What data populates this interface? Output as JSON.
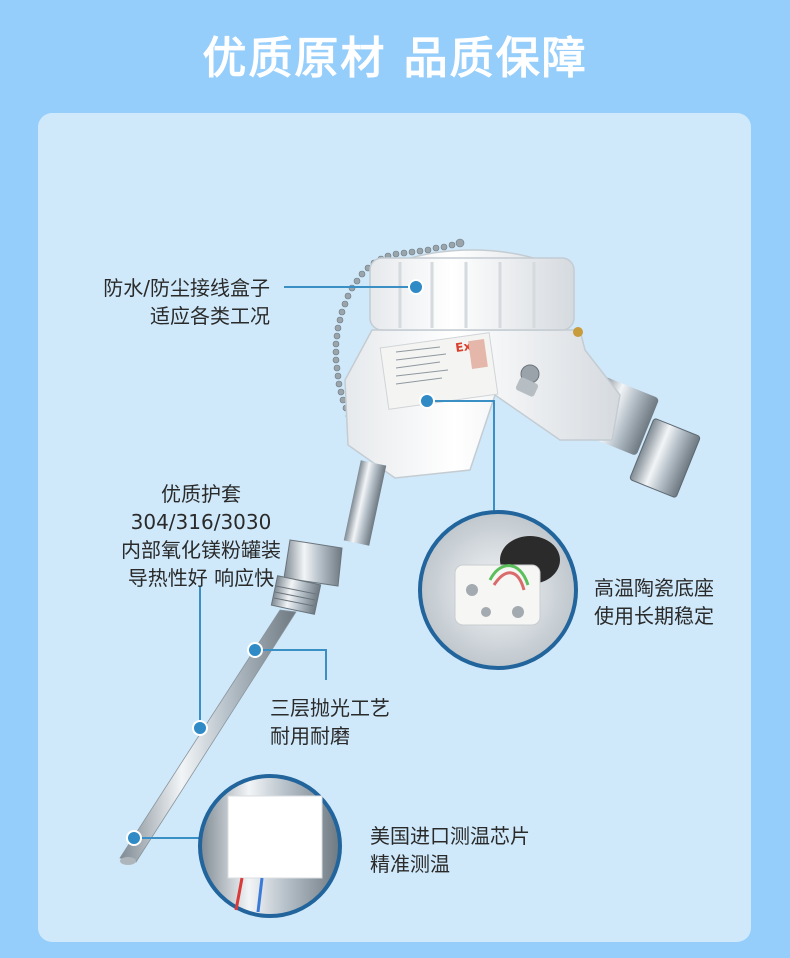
{
  "title": "优质原材 品质保障",
  "callouts": {
    "junction_box": [
      "防水/防尘接线盒子",
      "适应各类工况"
    ],
    "sheath": [
      "优质护套",
      "304/316/3030",
      "内部氧化镁粉罐装",
      "导热性好 响应快"
    ],
    "ceramic_base": [
      "高温陶瓷底座",
      "使用长期稳定"
    ],
    "polish": [
      "三层抛光工艺",
      "耐用耐磨"
    ],
    "chip": [
      "美国进口测温芯片",
      "精准测温"
    ]
  },
  "product_marking": "Ex",
  "colors": {
    "background": "#95cdfb",
    "card": "#cfe9fb",
    "callout_line": "#3a8fc4",
    "callout_dot": "#2f8ac6",
    "zoom_ring": "#22649c"
  }
}
